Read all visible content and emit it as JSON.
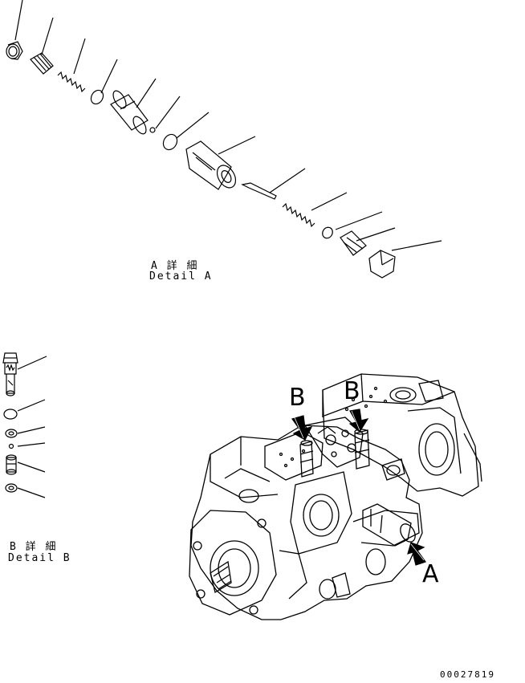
{
  "detail_a": {
    "title_ja": "A 詳 細",
    "title_en": "Detail A"
  },
  "detail_b": {
    "title_ja": "B 詳 細",
    "title_en": "Detail B"
  },
  "callouts": {
    "b_left": "B",
    "b_right": "B",
    "a": "A"
  },
  "drawing_number": "00027819"
}
